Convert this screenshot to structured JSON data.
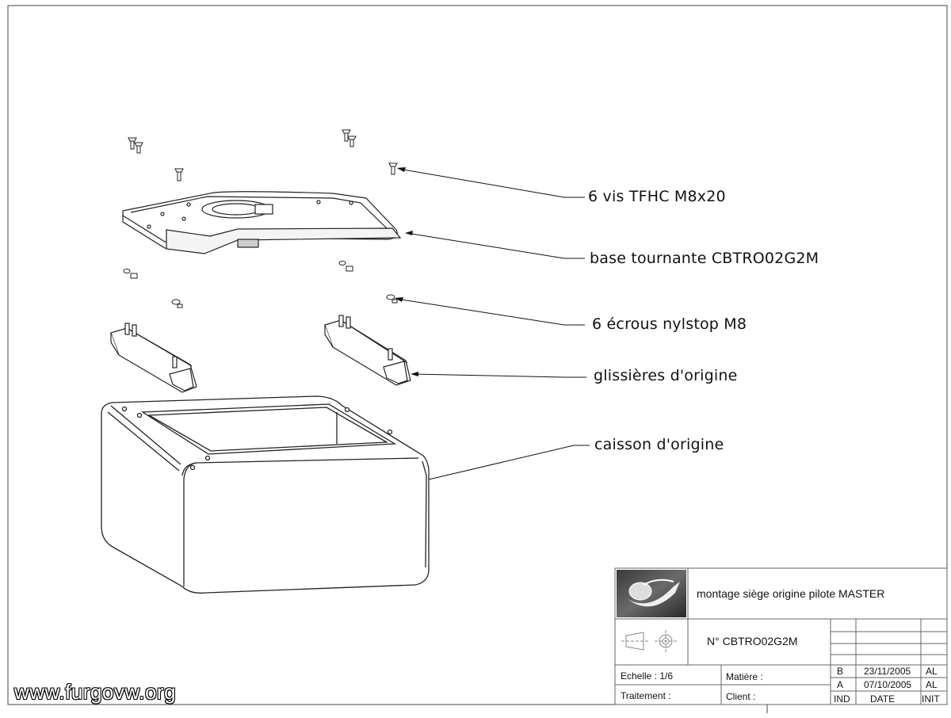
{
  "callouts": {
    "screws": "6 vis TFHC M8x20",
    "base": "base tournante CBTRO02G2M",
    "nuts": "6 écrous nylstop M8",
    "rails": "glissières d'origine",
    "box": "caisson d'origine"
  },
  "watermark": "www.furgovw.org",
  "title_block": {
    "title": "montage siège origine pilote MASTER",
    "number": "N° CBTRO02G2M",
    "scale": "Echelle : 1/6",
    "material": "Matière :",
    "treatment": "Traitement :",
    "client": "Client :",
    "revisions": [
      {
        "ind": "B",
        "date": "23/11/2005",
        "init": "AL"
      },
      {
        "ind": "A",
        "date": "07/10/2005",
        "init": "AL"
      }
    ],
    "headers": {
      "ind": "IND",
      "date": "DATE",
      "init": "INIT"
    }
  }
}
